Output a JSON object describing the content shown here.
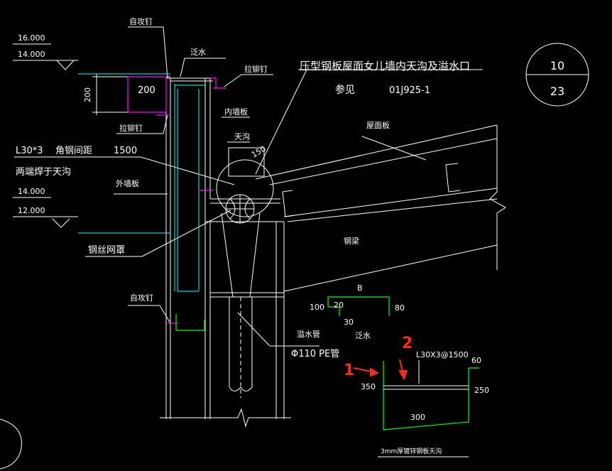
{
  "colors": {
    "background": "#000000",
    "white": "#ffffff",
    "cyan": "#00ffff",
    "magenta": "#ff00ff",
    "green": "#00ff00",
    "red": "#ff2a1a"
  },
  "title": {
    "main": "压型钢板屋面女儿墙内天沟及溢水口",
    "ref_prefix": "参见",
    "ref_code": "01J925-1"
  },
  "detail_bubble": {
    "top": "10",
    "bottom": "23"
  },
  "elevations": {
    "e1": "16.000",
    "e2": "14.000",
    "e3": "14.000",
    "e4": "12.000"
  },
  "labels": {
    "self_tapping_screw_top": "自攻钉",
    "flashing_top": "泛水",
    "rivet_right": "拉铆钉",
    "rivet_left": "拉铆钉",
    "inner_wall_panel": "内墙板",
    "gutter": "天沟",
    "roof_panel": "屋面板",
    "angle_spec": "L30*3",
    "angle_spacing": "角钢间距",
    "angle_value": "1500",
    "weld_note": "两端焊于天沟",
    "outer_wall_panel": "外墙板",
    "wire_mesh_cover": "钢丝网罩",
    "steel_beam": "钢梁",
    "self_tapping_screw_bottom": "自攻钉",
    "overflow_pipe": "溢水管",
    "pipe_spec": "Φ110 PE管",
    "flashing_bottom": "泛水",
    "dim_200_vertical": "200",
    "dim_200_horizontal": "200",
    "dim_150": "150"
  },
  "section": {
    "label_b": "B",
    "d100": "100",
    "d20": "20",
    "d80": "80",
    "d30": "30",
    "angle_note": "L30X3@1500",
    "d60": "60",
    "d350": "350",
    "d250": "250",
    "d300": "300",
    "caption": "3mm厚镀锌钢板天沟"
  },
  "annotations": {
    "mark_1": "1",
    "mark_2": "2"
  }
}
